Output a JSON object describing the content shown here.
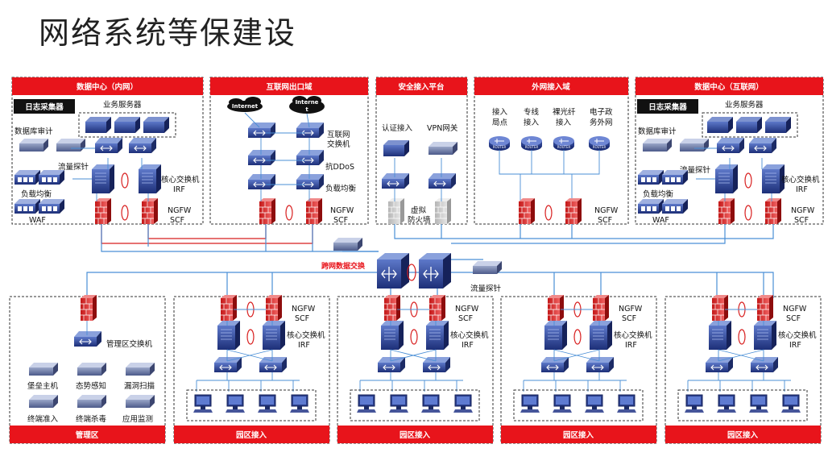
{
  "title": "网络系统等保建设",
  "zones": {
    "dc_internal": "数据中心（内网）",
    "internet_exit": "互联网出口域",
    "secure_access": "安全接入平台",
    "external_access": "外网接入域",
    "dc_internet": "数据中心（互联网）",
    "management": "管理区",
    "campus": "园区接入"
  },
  "dc": {
    "log_collector": "日志采集器",
    "business_servers": "业务服务器",
    "db_audit": "数据库审计",
    "traffic_probe": "流量探针",
    "load_balancer": "负载均衡",
    "waf": "WAF",
    "core_switch": "核心交换机",
    "irf": "IRF",
    "ngfw": "NGFW",
    "scf": "SCF"
  },
  "internet_exit": {
    "cloud1": "Internet",
    "cloud2_line1": "Interne",
    "cloud2_line2": "t",
    "switch_line1": "互联网",
    "switch_line2": "交换机",
    "anti_ddos": "抗DDoS",
    "load_balancer": "负载均衡"
  },
  "secure_access": {
    "auth_access": "认证接入",
    "vpn_gateway": "VPN网关",
    "virtual_fw_line1": "虚拟",
    "virtual_fw_line2": "防火墙"
  },
  "external_access": {
    "col1": [
      "接入",
      "局点"
    ],
    "col2": [
      "专线",
      "接入"
    ],
    "col3": [
      "裸光纤",
      "接入"
    ],
    "col4": [
      "电子政",
      "务外网"
    ],
    "router_label": "ROUTER"
  },
  "core": {
    "cross_network_exchange": "跨网数据交换",
    "traffic_probe": "流量探针"
  },
  "management": {
    "mgmt_switch": "管理区交换机",
    "bastion": "堡垒主机",
    "situation_awareness": "态势感知",
    "vuln_scan": "漏洞扫描",
    "endpoint_admission": "终端准入",
    "endpoint_antivirus": "终端杀毒",
    "app_monitor": "应用监测"
  },
  "colors": {
    "accent_red": "#e8141b",
    "device_blue": "#2a3f8c",
    "link_blue": "#4a8fd6",
    "link_red": "#d81e1e"
  }
}
